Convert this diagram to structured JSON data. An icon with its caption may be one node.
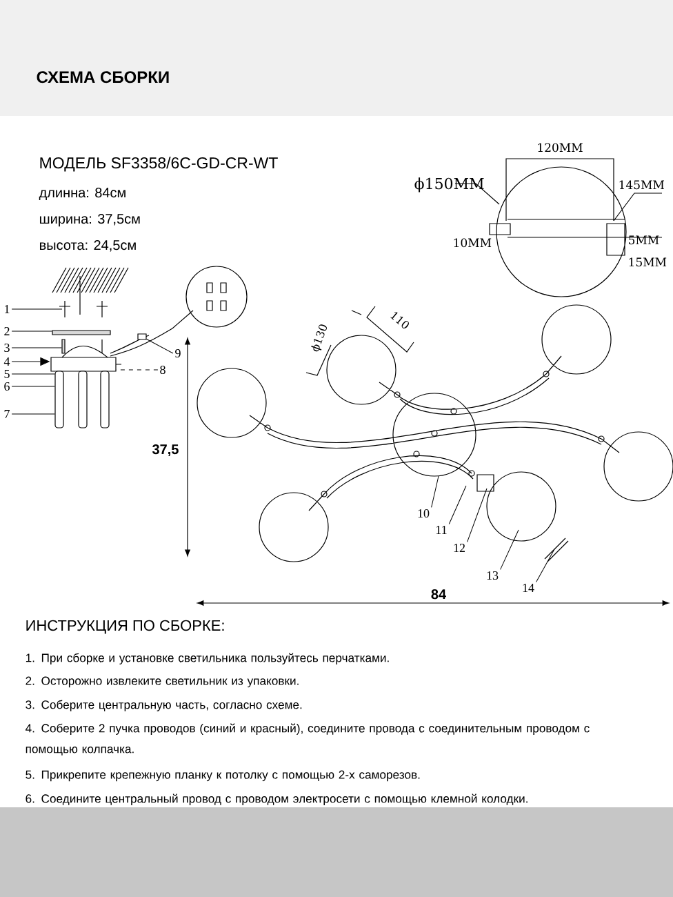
{
  "diagram": {
    "title": "СХЕМА СБОРКИ",
    "nodes": [
      {
        "text": [
          "1"
        ]
      },
      {
        "text": [
          "2"
        ]
      },
      {
        "text": [
          "3"
        ]
      },
      {
        "text": [
          "4"
        ]
      },
      {
        "text": [
          "5"
        ]
      },
      {
        "text": [
          "6"
        ]
      },
      {
        "text": [
          "7"
        ]
      },
      {
        "text": [
          "8"
        ]
      },
      {
        "text": [
          "9"
        ]
      },
      {
        "text": [
          "10"
        ]
      },
      {
        "text": [
          "11"
        ]
      },
      {
        "text": [
          "12"
        ]
      },
      {
        "text": [
          "13"
        ]
      },
      {
        "text": [
          "14"
        ]
      },
      {
        "text": [],
        "shape": "bar"
      },
      {
        "text": [],
        "shape": "box"
      },
      {
        "text": [],
        "shape": "cylinder"
      },
      {
        "text": [],
        "shape": "cylinder"
      },
      {
        "text": [],
        "shape": "cylinder"
      },
      {
        "text": [],
        "shape": "bar"
      },
      {
        "text": [],
        "shape": "box"
      }
    ],
    "edges": [
      {
        "from": 0,
        "to": null,
        "arrow": "none"
      },
      {
        "from": 1,
        "to": 14,
        "arrow": "none"
      },
      {
        "from": 2,
        "to": 19,
        "arrow": "none"
      },
      {
        "from": 3,
        "to": 15,
        "arrow": "to"
      },
      {
        "from": 4,
        "to": 16,
        "arrow": "none"
      },
      {
        "from": 5,
        "to": 16,
        "arrow": "none"
      },
      {
        "from": 6,
        "to": 16,
        "arrow": "none"
      },
      {
        "from": 7,
        "to": 15,
        "arrow": "none",
        "style": "dashed"
      },
      {
        "from": 8,
        "to": 20,
        "arrow": "none"
      },
      {
        "from": 9,
        "to": null,
        "arrow": "none"
      },
      {
        "from": 10,
        "to": null,
        "arrow": "none"
      },
      {
        "from": 11,
        "to": null,
        "arrow": "none"
      },
      {
        "from": 12,
        "to": null,
        "arrow": "none"
      },
      {
        "from": 13,
        "to": null,
        "arrow": "none"
      }
    ],
    "labels": [
      "МОДЕЛЬ SF3358/6C-GD-CR-WT",
      "длинна: 84см",
      "ширина: 37,5см",
      "высота: 24,5см",
      "120MM",
      "ϕ150MM",
      "145MM",
      "10MM",
      "5MM",
      "15MM",
      "110",
      "ϕ130",
      "37,5",
      "84",
      "ИНСТРУКЦИЯ ПО СБОРКЕ:",
      "1. При сборке и установке светильника пользуйтесь перчатками.",
      "2. Осторожно извлеките светильник из упаковки.",
      "3. Соберите центральную часть, согласно схеме.",
      "4. Соберите 2 пучка проводов (синий и красный), соедините провода с соединительным проводом с помощью колпачка.",
      "5. Прикрепите крепежную планку к потолку с помощью 2-х саморезов.",
      "6. Соедините центральный провод с проводом электросети с помощью клемной колодки."
    ]
  }
}
